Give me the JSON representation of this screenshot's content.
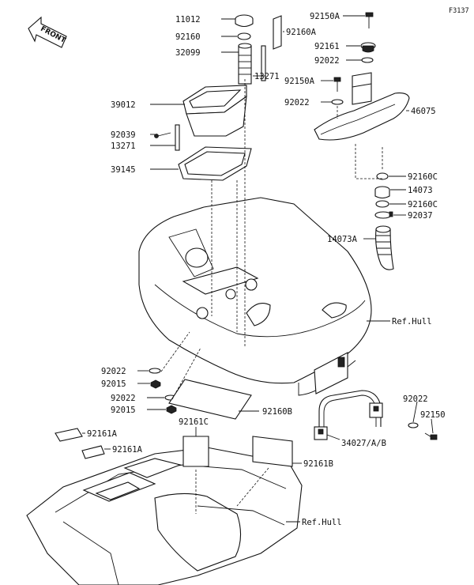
{
  "figure_code": "F3137",
  "front_label": "FRONT",
  "callouts": {
    "p11012": "11012",
    "p92160": "92160",
    "p32099": "32099",
    "p13271_top": "13271",
    "p39012": "39012",
    "p92039": "92039",
    "p13271_bottom": "13271",
    "p39145": "39145",
    "p92160A": "92160A",
    "p92150A_top": "92150A",
    "p92161": "92161",
    "p92022_top": "92022",
    "p92150A_mid": "92150A",
    "p92022_mid": "92022",
    "p46075": "46075",
    "p92160C_a": "92160C",
    "p14073": "14073",
    "p92160C_b": "92160C",
    "p92037": "92037",
    "p14073A": "14073A",
    "ref_hull_upper": "Ref.Hull",
    "p92022_left1": "92022",
    "p92015_left1": "92015",
    "p92022_left2": "92022",
    "p92015_left2": "92015",
    "p92160B": "92160B",
    "p92161C": "92161C",
    "p92161A_1": "92161A",
    "p92161A_2": "92161A",
    "p92161B": "92161B",
    "ref_hull_lower": "Ref.Hull",
    "p92022_right": "92022",
    "p92150": "92150",
    "p34027": "34027/A/B"
  }
}
